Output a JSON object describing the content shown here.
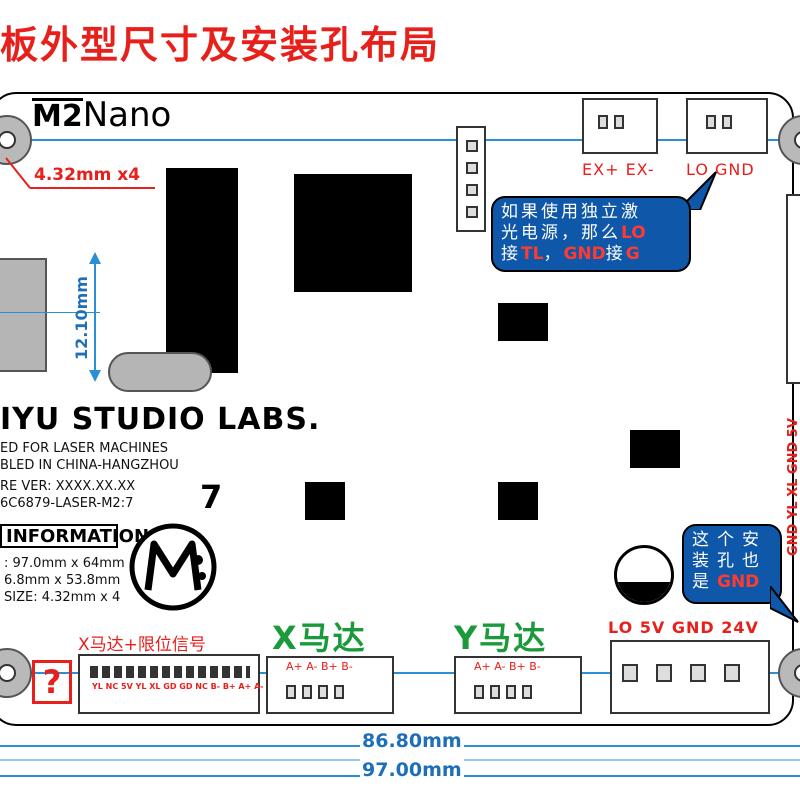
{
  "title": "板外型尺寸及安装孔布局",
  "logo": {
    "m2": "M2",
    "nano": "Nano"
  },
  "hole_dim": "4.32mm x4",
  "height_dim": "12.10mm",
  "studio": "IYU STUDIO LABS.",
  "board_text": [
    "ED FOR LASER MACHINES",
    "BLED IN CHINA-HANGZHOU",
    "RE VER: XXXX.XX.XX",
    "6C6879-LASER-M2:7"
  ],
  "big_number": "7",
  "info_title": "INFORMATION",
  "info_lines": [
    ": 97.0mm x 64mm",
    "6.8mm x 53.8mm",
    "SIZE: 4.32mm x 4"
  ],
  "top_connectors": {
    "ex_label": "EX+ EX-",
    "lo_label": "LO GND"
  },
  "bubble_top": {
    "l1": "如果使用独立激",
    "l2a": "光电源，那么",
    "l2b": "LO",
    "l3a": "接",
    "l3b": "TL",
    "l3c": "，",
    "l3d": "GND",
    "l3e": "接",
    "l3f": "G"
  },
  "bubble_bottom": {
    "l1": "这个安",
    "l2": "装孔也",
    "l3a": "是",
    "l3b": "GND"
  },
  "side_label": "GND YL XL GND 5V",
  "x_motor_limit": "X马达+限位信号",
  "ribbon_pins": "YL NC 5V YL XL GD GD NC B- B+ A+ A-",
  "x_motor": "X马达",
  "y_motor": "Y马达",
  "motor_pins": "A+ A- B+ B-",
  "power_label": "LO 5V GND 24V",
  "question": "?",
  "dim_width_inner": "86.80mm",
  "dim_width_outer": "97.00mm",
  "colors": {
    "red": "#e8201c",
    "blue": "#2b8fd6",
    "bubble": "#0f57a8",
    "green": "#1a9a3a"
  }
}
